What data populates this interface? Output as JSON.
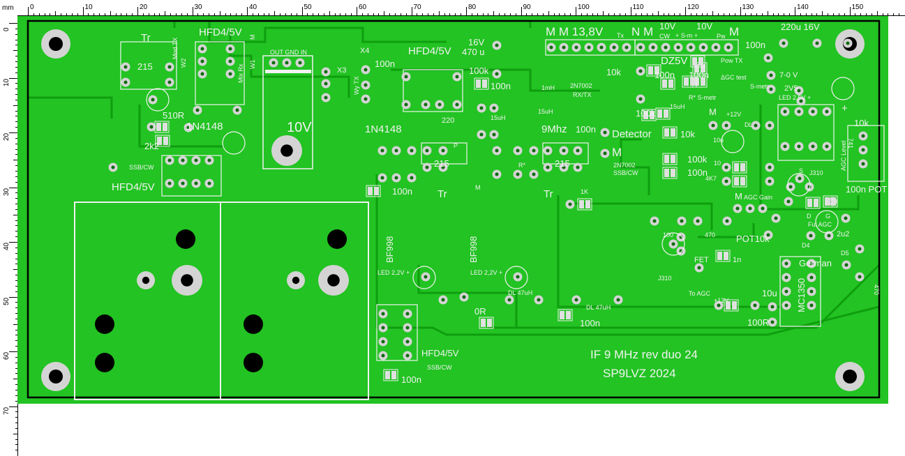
{
  "ruler": {
    "unit": "mm",
    "horizontal_labels": [
      "0",
      "10",
      "20",
      "30",
      "40",
      "50",
      "60",
      "70",
      "80",
      "90",
      "100",
      "110",
      "120",
      "130",
      "140",
      "150"
    ],
    "vertical_labels": [
      "0",
      "10",
      "20",
      "30",
      "40",
      "50",
      "60",
      "70"
    ]
  },
  "board": {
    "color": "#22c322",
    "trace_color": "#0f9e0f",
    "title": "IF 9 MHz rev duo 24",
    "author": "SP9LVZ 2024"
  },
  "silkscreen": [
    "Tr",
    "215",
    "Mod TX",
    "HFD4/5V",
    "Mix Rx",
    "W2",
    "W1",
    "M",
    "OUT GND IN",
    "X4",
    "X3",
    "Wy TX",
    "HFD4/5V",
    "16V",
    "470 u",
    "100n",
    "100k",
    "100n",
    "510R",
    "1N4148",
    "2k2",
    "10V",
    "1N4148",
    "220",
    "9Mhz",
    "Detector",
    "M",
    "2N7002",
    "SSB/CW",
    "SSB/CW",
    "HFD4/5V",
    "215",
    "215",
    "Tr",
    "Tr",
    "100n",
    "100n",
    "100k",
    "10k",
    "1K",
    "M M 13,8V",
    "Tx",
    "N M",
    "CW",
    "10V",
    "+ S-m +",
    "10V",
    "Pw",
    "M",
    "220u 16V",
    "100n",
    "DZ5V",
    "Pow TX",
    "10k",
    "100n",
    "100n",
    "ΔGC test",
    "7-0 V",
    "S-metr",
    "2N7002",
    "RX/TX",
    "1mH",
    "R* S-metr",
    "2V5",
    "LED 2,5V +",
    "100k",
    "15uH",
    "15uH",
    "M",
    "+12V",
    "DL",
    "10u",
    "741",
    "10k",
    "AGC Level",
    "10",
    "4K7",
    "S",
    "J310",
    "100n POT",
    "D",
    "G",
    "Ful AGC",
    "M",
    "AGC Gain",
    "2u2",
    "POT10k",
    "100",
    "470",
    "FET",
    "J310",
    "To AGC",
    "1n",
    "D4",
    "German",
    "D5",
    "470",
    "MC1350",
    "10u",
    "+12V",
    "100R",
    "DL 47uH",
    "100n",
    "BF998",
    "BF998",
    "LED 2,2V +",
    "LED 2,2V +",
    "DL 47uH",
    "0R",
    "HFD4/5V",
    "SSB/CW",
    "100n",
    "M",
    "P",
    "15uH",
    "R*",
    "100n",
    "+"
  ]
}
